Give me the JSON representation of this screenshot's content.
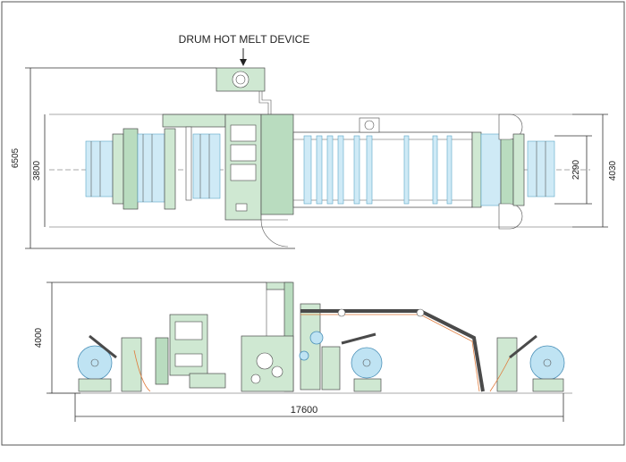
{
  "title": "DRUM HOT MELT DEVICE",
  "dimensions": {
    "overall_height_top": "6505",
    "inner_height_top": "3800",
    "right_inner_height": "2290",
    "right_outer_height": "4030",
    "side_height": "4000",
    "total_length": "17600"
  },
  "colors": {
    "machine": "#cfe8d2",
    "machine_dark": "#b9dcbf",
    "film": "#cfeaf6",
    "roll": "#bfe3f3",
    "conveyor_path": "#e07a3a"
  }
}
